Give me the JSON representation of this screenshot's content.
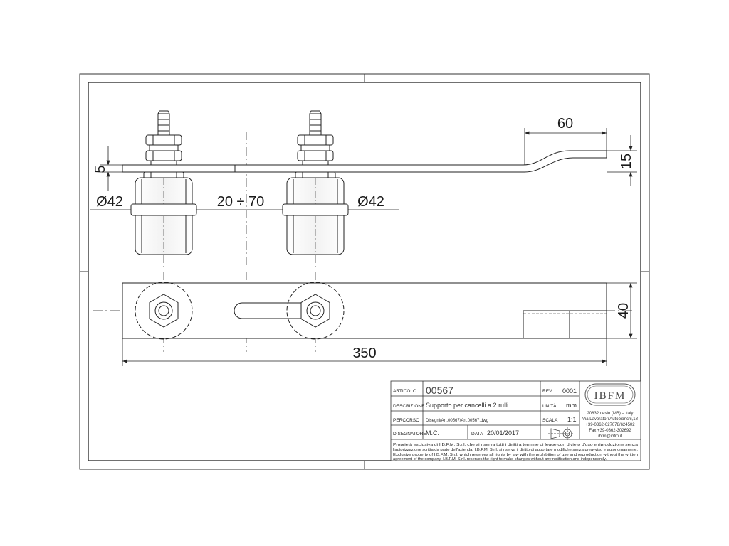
{
  "dimensions": {
    "top_length": "60",
    "plate_thickness": "5",
    "offset_height": "15",
    "roller_diameter_left": "Ø42",
    "roller_spacing": "20 ÷ 70",
    "roller_diameter_right": "Ø42",
    "plate_width": "40",
    "total_length": "350"
  },
  "title_block": {
    "articolo_label": "ARTICOLO",
    "articolo_value": "00567",
    "rev_label": "REV.",
    "rev_value": "0001",
    "descrizione_label": "DESCRIZIONE",
    "descrizione_value": "Supporto per cancelli a 2 rulli",
    "unita_label": "UNITÀ",
    "unita_value": "mm",
    "percorso_label": "PERCORSO",
    "percorso_value": "Disegni/Art.00567/Art.00567.dwg",
    "scala_label": "SCALA",
    "scala_value": "1:1",
    "disegnatore_label": "DISEGNATORE",
    "disegnatore_value": "M.C.",
    "data_label": "DATA",
    "data_value": "20/01/2017",
    "logo": "IBFM",
    "address_line1": "20832 desio (MB) – Italy",
    "address_line2": "Via Lavoratori Autobianchi,18",
    "address_line3": "+39-0362-627078/624502",
    "address_line4": "Fax +39-0362-302692",
    "address_line5": "ibfm@ibfm.it",
    "note_line1": "Proprietà esclusiva di I.B.F.M. S.r.l. che si riserva tutti i diritti a termine di legge con divieto d'uso e riproduzione senza",
    "note_line2": "l'autorizzazione scritta da parte dell'azienda. I.B.F.M. S.r.l. si riserva il diritto di apportare modifiche senza preavviso e autonomamente.",
    "note_line3": "Exclusive property of I.B.F.M. S.r.l. which reserves all rights by law with the prohibition of use and reproduction without the written",
    "note_line4": "agreement of the company. I.B.F.M. S.r.l. reserves the right to make changes without any notification and independently."
  }
}
